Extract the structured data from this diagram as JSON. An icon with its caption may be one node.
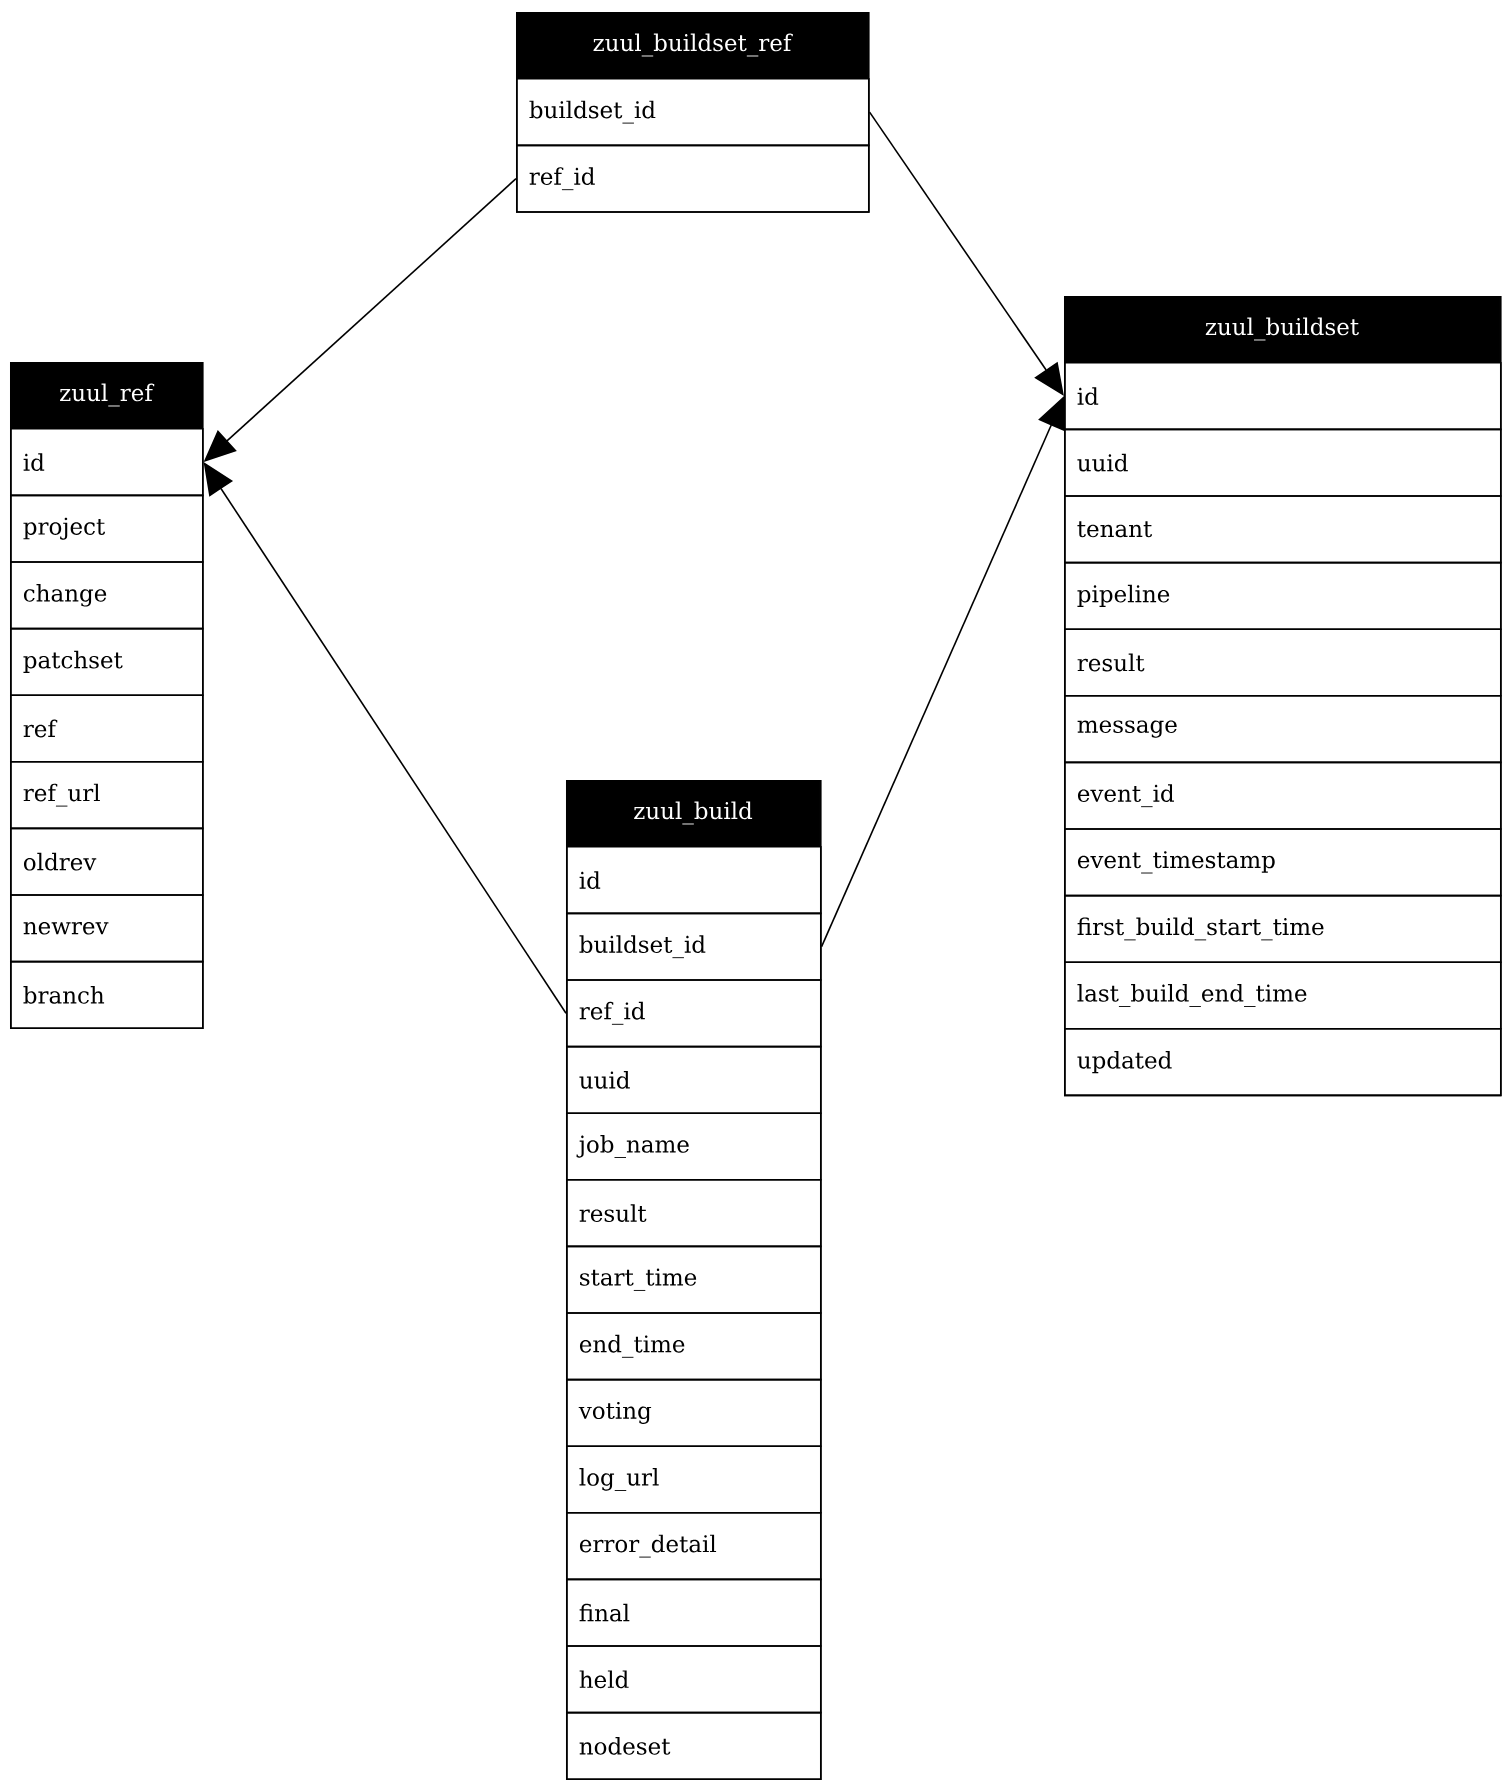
{
  "diagram": {
    "nodes": [
      {
        "text": [
          "zuul_buildset_ref"
        ]
      },
      {
        "text": [
          "buildset_id"
        ],
        "in": 0
      },
      {
        "text": [
          "ref_id"
        ],
        "in": 0
      },
      {
        "text": [
          "zuul_ref"
        ]
      },
      {
        "text": [
          "id"
        ],
        "in": 3
      },
      {
        "text": [
          "project"
        ],
        "in": 3
      },
      {
        "text": [
          "change"
        ],
        "in": 3
      },
      {
        "text": [
          "patchset"
        ],
        "in": 3
      },
      {
        "text": [
          "ref"
        ],
        "in": 3
      },
      {
        "text": [
          "ref_url"
        ],
        "in": 3
      },
      {
        "text": [
          "oldrev"
        ],
        "in": 3
      },
      {
        "text": [
          "newrev"
        ],
        "in": 3
      },
      {
        "text": [
          "branch"
        ],
        "in": 3
      },
      {
        "text": [
          "zuul_buildset"
        ]
      },
      {
        "text": [
          "id"
        ],
        "in": 13
      },
      {
        "text": [
          "uuid"
        ],
        "in": 13
      },
      {
        "text": [
          "tenant"
        ],
        "in": 13
      },
      {
        "text": [
          "pipeline"
        ],
        "in": 13
      },
      {
        "text": [
          "result"
        ],
        "in": 13
      },
      {
        "text": [
          "message"
        ],
        "in": 13
      },
      {
        "text": [
          "event_id"
        ],
        "in": 13
      },
      {
        "text": [
          "event_timestamp"
        ],
        "in": 13
      },
      {
        "text": [
          "first_build_start_time"
        ],
        "in": 13
      },
      {
        "text": [
          "last_build_end_time"
        ],
        "in": 13
      },
      {
        "text": [
          "updated"
        ],
        "in": 13
      },
      {
        "text": [
          "zuul_build"
        ]
      },
      {
        "text": [
          "id"
        ],
        "in": 25
      },
      {
        "text": [
          "buildset_id"
        ],
        "in": 25
      },
      {
        "text": [
          "ref_id"
        ],
        "in": 25
      },
      {
        "text": [
          "uuid"
        ],
        "in": 25
      },
      {
        "text": [
          "job_name"
        ],
        "in": 25
      },
      {
        "text": [
          "result"
        ],
        "in": 25
      },
      {
        "text": [
          "start_time"
        ],
        "in": 25
      },
      {
        "text": [
          "end_time"
        ],
        "in": 25
      },
      {
        "text": [
          "voting"
        ],
        "in": 25
      },
      {
        "text": [
          "log_url"
        ],
        "in": 25
      },
      {
        "text": [
          "error_detail"
        ],
        "in": 25
      },
      {
        "text": [
          "final"
        ],
        "in": 25
      },
      {
        "text": [
          "held"
        ],
        "in": 25
      },
      {
        "text": [
          "nodeset"
        ],
        "in": 25
      }
    ],
    "edges": [
      {
        "from": 1,
        "to": 14,
        "arrow": "to"
      },
      {
        "from": 2,
        "to": 4,
        "arrow": "to"
      },
      {
        "from": 28,
        "to": 4,
        "arrow": "to"
      },
      {
        "from": 27,
        "to": 14,
        "arrow": "to"
      }
    ]
  }
}
